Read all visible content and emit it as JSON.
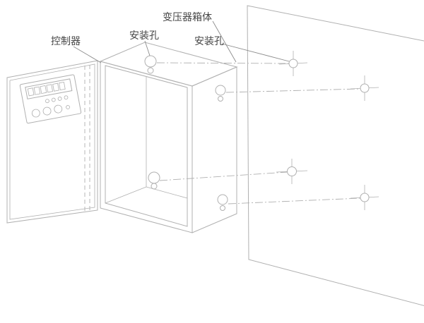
{
  "diagram": {
    "type": "technical-installation-drawing",
    "labels": {
      "controller": "控制器",
      "mounting_hole_box": "安装孔",
      "mounting_hole_wall": "安装孔",
      "transformer_box": "变压器箱体"
    },
    "colors": {
      "line": "#b0b0b0",
      "dark_line": "#8c8c8c",
      "text": "#454545",
      "background": "#ffffff"
    }
  }
}
